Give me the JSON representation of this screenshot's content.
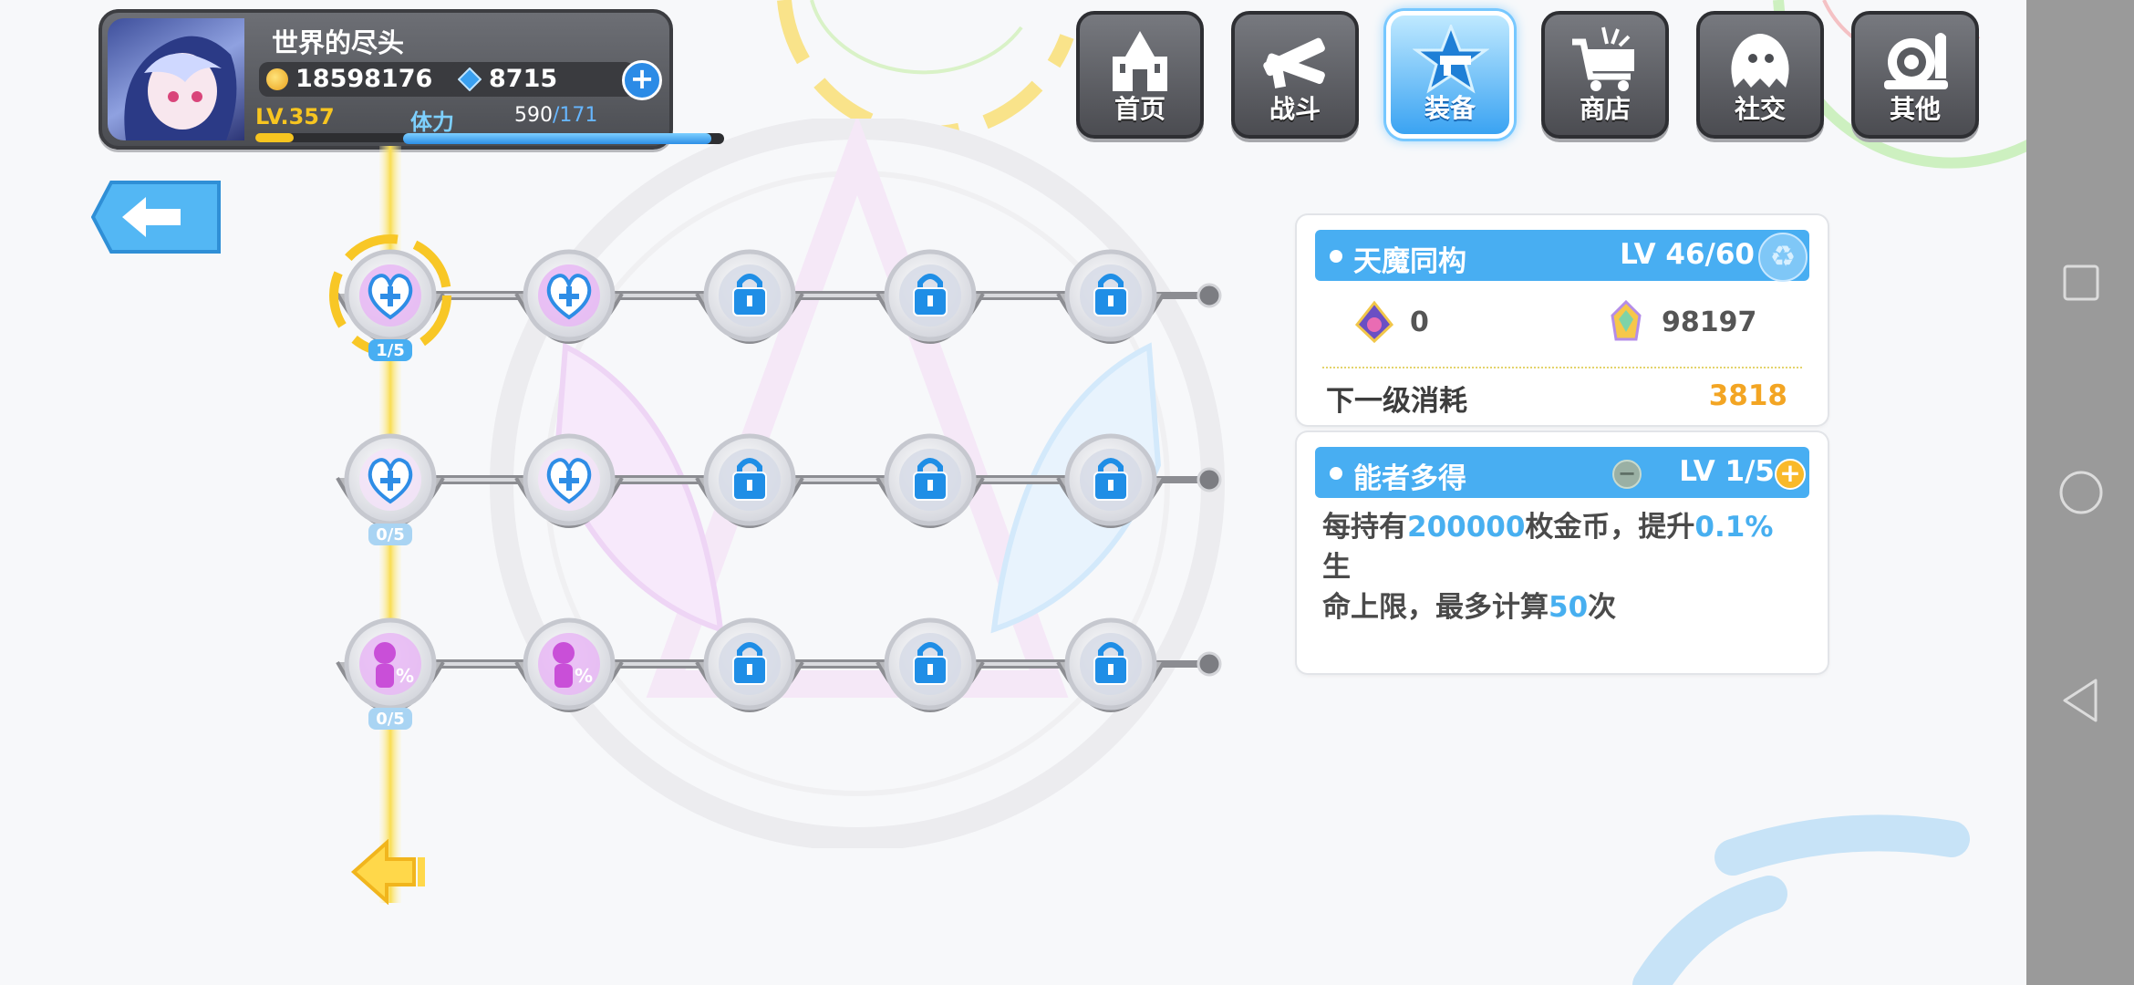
{
  "player": {
    "name": "世界的尽头",
    "gold": "18598176",
    "gems": "8715",
    "level": "LV.357",
    "stamina_label": "体力",
    "stamina_current": "590",
    "stamina_max": "/171",
    "level_progress": 0.18,
    "stamina_progress": 0.96
  },
  "nav": {
    "items": [
      {
        "label": "首页",
        "icon": "castle-icon"
      },
      {
        "label": "战斗",
        "icon": "crossed-guns-icon"
      },
      {
        "label": "装备",
        "icon": "star-gun-icon",
        "active": true
      },
      {
        "label": "商店",
        "icon": "cart-icon"
      },
      {
        "label": "社交",
        "icon": "ghost-icon"
      },
      {
        "label": "其他",
        "icon": "snail-icon"
      }
    ]
  },
  "tree": {
    "rows": [
      {
        "progress": "1/5"
      },
      {
        "progress": "0/5"
      },
      {
        "progress": "0/5"
      }
    ]
  },
  "skill_panel": {
    "title": "天魔同构",
    "level": "LV 46/60",
    "resource1_value": "0",
    "resource2_value": "98197",
    "cost_label": "下一级消耗",
    "cost_value": "3818"
  },
  "perk_panel": {
    "title": "能者多得",
    "level": "LV 1/5",
    "desc_a": "每持有",
    "desc_b": "200000",
    "desc_c": "枚金币，提升",
    "desc_d": "0.1%",
    "desc_e": "生",
    "desc_f": "命上限，最多计算",
    "desc_g": "50",
    "desc_h": "次"
  },
  "colors": {
    "accent_blue": "#48aef2",
    "gold": "#f3a523",
    "selected_ring": "#f7c520"
  }
}
